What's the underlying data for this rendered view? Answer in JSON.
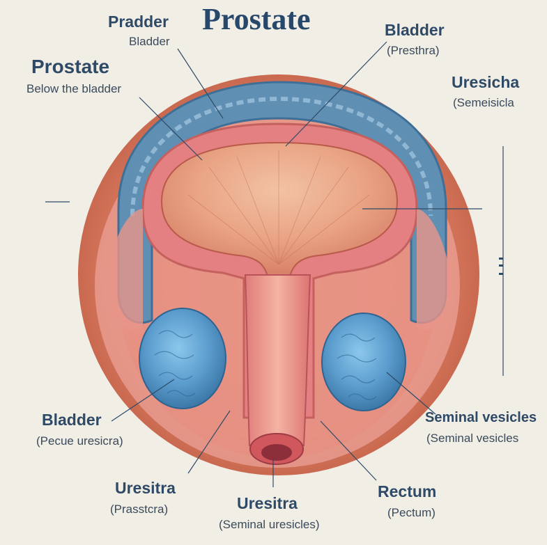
{
  "title": "Prostate",
  "labels": {
    "top_left_main": "Pradder",
    "top_left_sub": "Bladder",
    "left_main": "Prostate",
    "left_sub": "Below the bladder",
    "top_right_main": "Bladder",
    "top_right_sub": "(Presthra)",
    "right_main": "Uresicha",
    "right_sub": "(Semeisicla",
    "bottom_left_main": "Bladder",
    "bottom_left_sub": "(Pecue uresicra)",
    "lower_left_main": "Uresitra",
    "lower_left_sub": "(Prasstcra)",
    "bottom_center_main": "Uresitra",
    "bottom_center_sub": "(Seminal uresicles)",
    "bottom_right_main": "Seminal vesicles",
    "bottom_right_sub": "(Seminal vesicles",
    "lower_right_main": "Rectum",
    "lower_right_sub": "(Pectum)"
  },
  "colors": {
    "background": "#f1eee6",
    "tissue_outer": "#d97b62",
    "tissue_pink": "#e98f87",
    "muscle_blue": "#5f8fb3",
    "gland_blue": "#5c9fd0",
    "bladder_inner": "#e8a07e",
    "leader_line": "#2f4a66"
  }
}
